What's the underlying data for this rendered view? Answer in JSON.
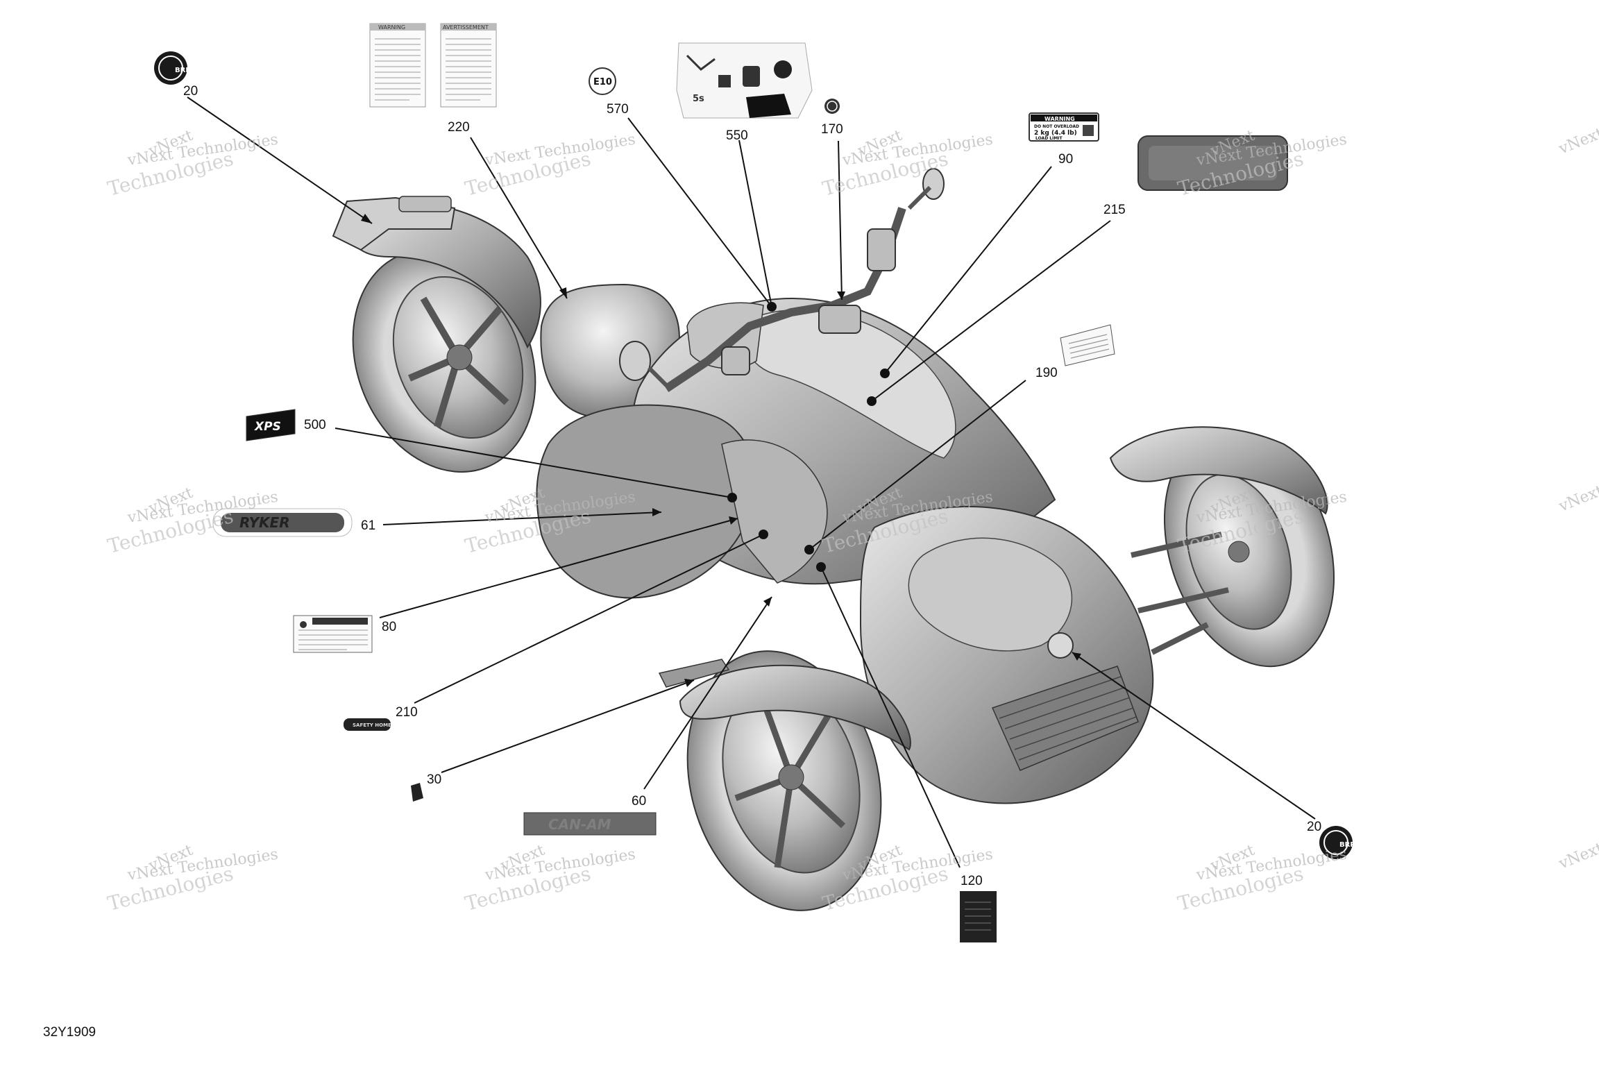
{
  "document_ref": "32Y1909",
  "watermark": {
    "line1": "vNext Technologies",
    "line2": "Technologies",
    "line3": "vNext"
  },
  "callouts": [
    {
      "id": "20a",
      "label": "20"
    },
    {
      "id": "220",
      "label": "220"
    },
    {
      "id": "570",
      "label": "570"
    },
    {
      "id": "550",
      "label": "550"
    },
    {
      "id": "170",
      "label": "170"
    },
    {
      "id": "90",
      "label": "90"
    },
    {
      "id": "215",
      "label": "215"
    },
    {
      "id": "190",
      "label": "190"
    },
    {
      "id": "500",
      "label": "500"
    },
    {
      "id": "61",
      "label": "61"
    },
    {
      "id": "80",
      "label": "80"
    },
    {
      "id": "210",
      "label": "210"
    },
    {
      "id": "30",
      "label": "30"
    },
    {
      "id": "60",
      "label": "60"
    },
    {
      "id": "120",
      "label": "120"
    },
    {
      "id": "20b",
      "label": "20"
    }
  ],
  "decals": {
    "brp_badge": "BRP",
    "e10": "E10",
    "xps": "XPS",
    "ryker": "RYKER",
    "canam": "CAN-AM",
    "warning_title": "WARNING",
    "warning_load": "2 kg (4.4 lb)",
    "warning_load_label": "LOAD LIMIT",
    "warning_sub": "DO NOT OVERLOAD",
    "pdi_warning": "WARNING",
    "pdi_avert": "AVERTISSEMENT",
    "safety_label": "SAFETY HOME",
    "fuel_time": "5s"
  }
}
